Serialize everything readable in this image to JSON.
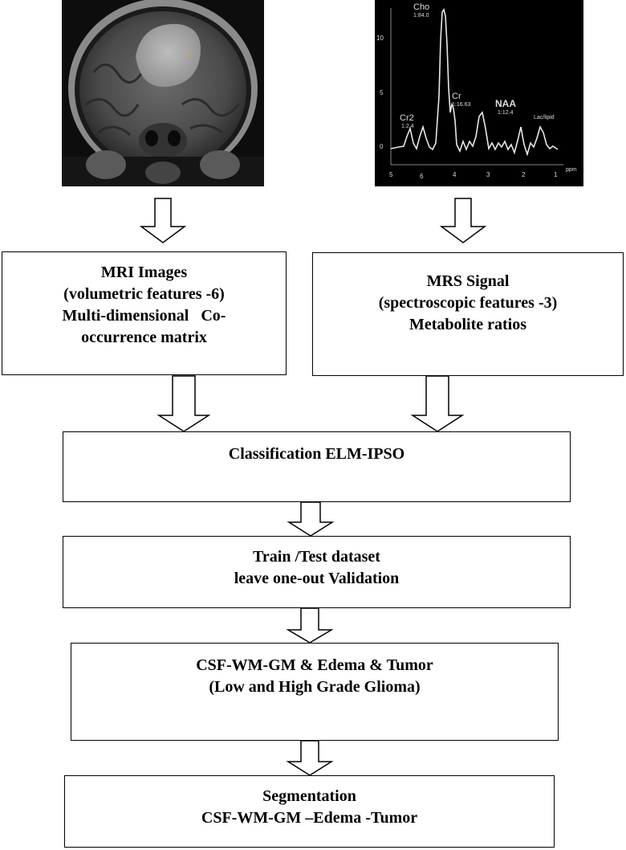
{
  "mri_image": {
    "alt": "Coronal MRI brain scan with tumor"
  },
  "spectrum": {
    "peaks": [
      {
        "name": "Cho",
        "ratio": "1:84.0"
      },
      {
        "name": "Cr",
        "ratio": "1:16.63"
      },
      {
        "name": "Cr2",
        "ratio": "1:2.4"
      },
      {
        "name": "NAA",
        "ratio": "1:12.4"
      },
      {
        "name": "Lac/lipid",
        "ratio": ""
      }
    ],
    "x_ticks": [
      "5",
      "4",
      "3",
      "2",
      "1"
    ],
    "x_unit": "ppm",
    "y_ticks": [
      "10",
      "5",
      "0"
    ]
  },
  "boxes": {
    "mri": {
      "lines": [
        "MRI Images",
        "(volumetric features -6)",
        "Multi-dimensional   Co-",
        "occurrence matrix"
      ]
    },
    "mrs": {
      "lines": [
        "MRS Signal",
        "(spectroscopic features -3)",
        "Metabolite ratios"
      ]
    },
    "classification": {
      "lines": [
        "Classification ELM-IPSO"
      ]
    },
    "train_test": {
      "lines": [
        "Train /Test dataset",
        "leave one-out Validation"
      ]
    },
    "tissues": {
      "lines": [
        "CSF-WM-GM & Edema & Tumor",
        "(Low and High Grade Glioma)"
      ]
    },
    "segmentation": {
      "lines": [
        "Segmentation",
        "CSF-WM-GM –Edema -Tumor"
      ]
    }
  }
}
